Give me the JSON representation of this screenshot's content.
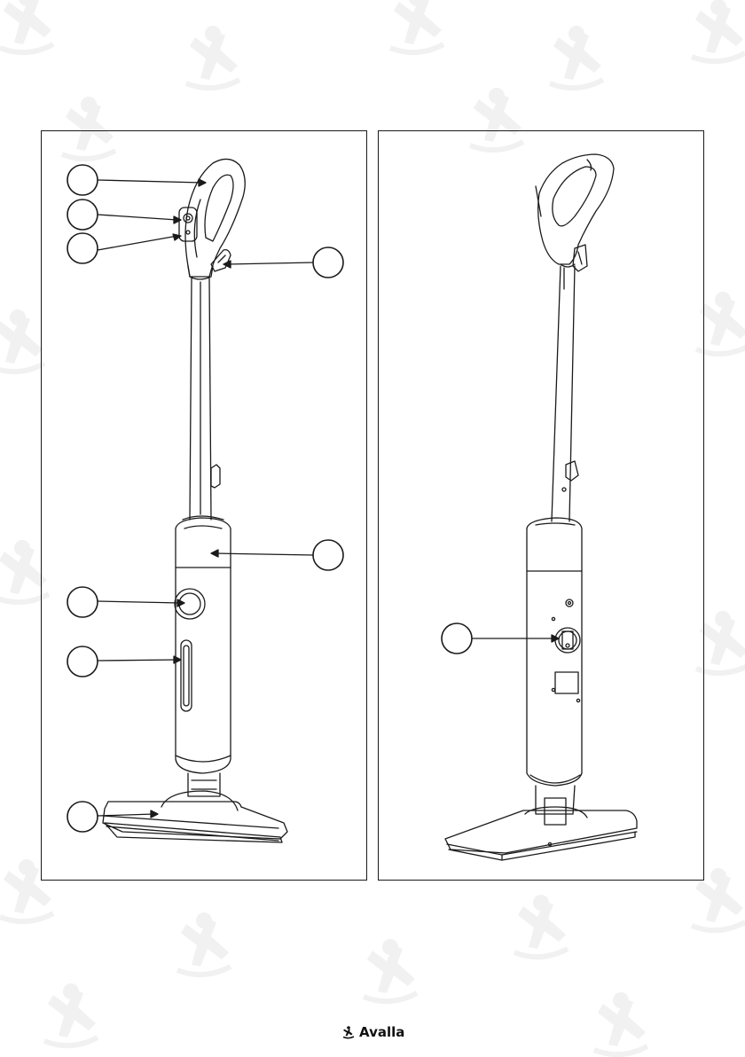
{
  "document": {
    "panels": [
      {
        "id": "front-view"
      },
      {
        "id": "back-view"
      }
    ]
  },
  "footer": {
    "brand_name": "Avalla",
    "logo_icon": "avalla-person-logo"
  },
  "watermark": {
    "icon": "avalla-person-logo",
    "color": "#f2f2f2"
  },
  "colors": {
    "line": "#1a1a1a",
    "paper": "#ffffff"
  }
}
